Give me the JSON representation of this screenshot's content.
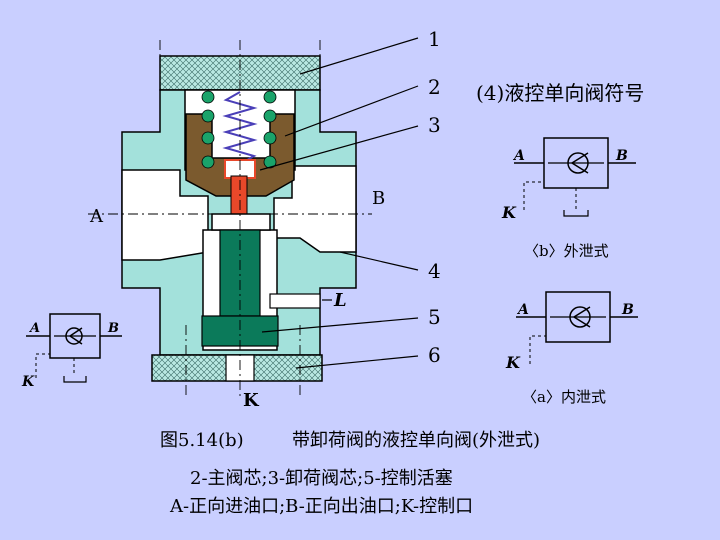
{
  "section_title": "(4)液控单向阀符号",
  "callouts": [
    "1",
    "2",
    "3",
    "4",
    "5",
    "6"
  ],
  "port_left": "A",
  "port_right": "B",
  "port_control": "K",
  "port_leak": "L",
  "symbol_b": {
    "a": "A",
    "b": "B",
    "k": "K",
    "caption": "〈b〉外泄式"
  },
  "symbol_a": {
    "a": "A",
    "b": "B",
    "k": "K",
    "caption": "〈a〉内泄式"
  },
  "symbol_small": {
    "a": "A",
    "b": "B",
    "k": "K"
  },
  "caption": {
    "figure_no": "图5.14(b)",
    "title": "带卸荷阀的液控单向阀(外泄式)",
    "line2": "2-主阀芯;3-卸荷阀芯;5-控制活塞",
    "line3": "A-正向进油口;B-正向出油口;K-控制口"
  },
  "colors": {
    "background": "#c9cfff",
    "body_fill": "#a3e1db",
    "main_spool": "#7b5a2e",
    "unloading_spool": "#e8482a",
    "piston": "#0b7a5a",
    "spring": "#4a3fb8"
  }
}
